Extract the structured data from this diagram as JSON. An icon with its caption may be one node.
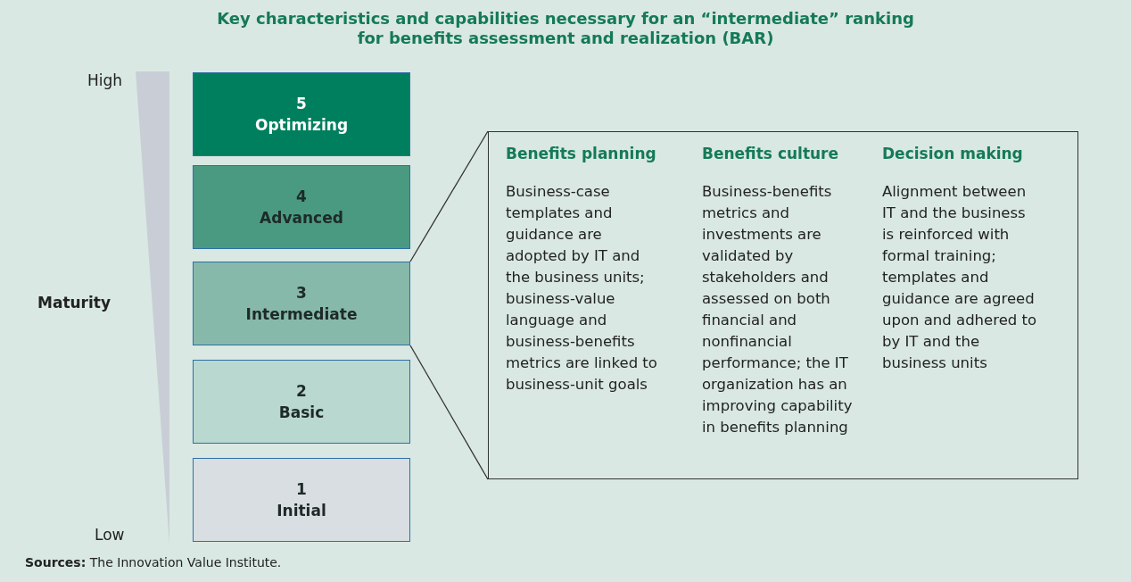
{
  "diagram": {
    "title": "Key characteristics and capabilities necessary for an “intermediate” ranking for benefits assessment and realization (BAR)",
    "caption": "**Sources:** The Innovation Value Institute.",
    "nodes": [
      {
        "text": [
          "5",
          "Optimizing"
        ]
      },
      {
        "text": [
          "4",
          "Advanced"
        ]
      },
      {
        "text": [
          "3",
          "Intermediate"
        ]
      },
      {
        "text": [
          "2",
          "Basic"
        ]
      },
      {
        "text": [
          "1",
          "Initial"
        ]
      },
      {
        "text": [
          "Benefits planning",
          "Business-case templates and guidance are adopted by IT and the business units; business-value language and business-benefits metrics are linked to business-unit goals",
          "Benefits culture",
          "Business-benefits metrics and investments are validated by stakeholders and assessed on both financial and nonfinancial performance; the IT organization has an improving capability in benefits planning",
          "Decision making",
          "Alignment between IT and the business is reinforced with formal training; templates and guidance are agreed upon and adhered to by IT and the business units"
        ]
      }
    ],
    "edges": [
      {
        "from": 2,
        "to": 5,
        "arrow": "none"
      },
      {
        "from": 2,
        "to": 5,
        "arrow": "none"
      }
    ],
    "labels": [
      "High",
      "Maturity",
      "Low"
    ]
  }
}
